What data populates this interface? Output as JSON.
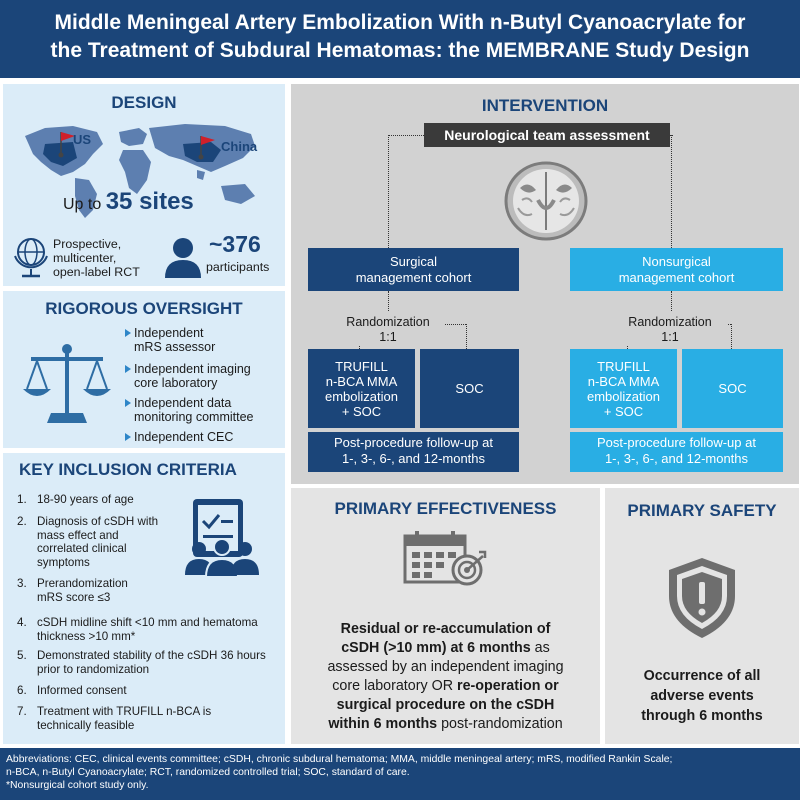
{
  "header": {
    "title_line1": "Middle Meningeal Artery Embolization With n-Butyl Cyanoacrylate for",
    "title_line2": "the Treatment of Subdural Hematomas: the MEMBRANE Study Design"
  },
  "design": {
    "title": "DESIGN",
    "country1": "US",
    "country2": "China",
    "sites_prefix": "Up to",
    "sites_count": "35 sites",
    "type_line1": "Prospective,",
    "type_line2": "multicenter,",
    "type_line3": "open-label RCT",
    "participants_count": "~376",
    "participants_label": "participants"
  },
  "oversight": {
    "title": "RIGOROUS OVERSIGHT",
    "items": [
      {
        "line1": "Independent",
        "line2": "mRS assessor"
      },
      {
        "line1": "Independent imaging",
        "line2": "core laboratory"
      },
      {
        "line1": "Independent data",
        "line2": "monitoring committee"
      },
      {
        "line1": "Independent CEC",
        "line2": ""
      }
    ]
  },
  "criteria": {
    "title": "KEY INCLUSION CRITERIA",
    "items": [
      {
        "num": "1.",
        "text": "18-90 years of age"
      },
      {
        "num": "2.",
        "text": "Diagnosis of cSDH with mass effect and correlated clinical symptoms"
      },
      {
        "num": "3.",
        "text": "Prerandomization mRS score ≤3"
      },
      {
        "num": "4.",
        "text": "cSDH midline shift <10 mm and hematoma thickness >10 mm*"
      },
      {
        "num": "5.",
        "text": "Demonstrated stability of the cSDH 36 hours prior to randomization"
      },
      {
        "num": "6.",
        "text": "Informed consent"
      },
      {
        "num": "7.",
        "text": "Treatment with TRUFILL n-BCA is technically feasible"
      }
    ]
  },
  "intervention": {
    "title": "INTERVENTION",
    "assessment": "Neurological team assessment",
    "surgical_line1": "Surgical",
    "surgical_line2": "management cohort",
    "nonsurgical_line1": "Nonsurgical",
    "nonsurgical_line2": "management cohort",
    "randomization": "Randomization",
    "ratio": "1:1",
    "trufill_line1": "TRUFILL",
    "trufill_line2": "n-BCA MMA",
    "trufill_line3": "embolization",
    "trufill_line4": "+ SOC",
    "soc": "SOC",
    "followup_line1": "Post-procedure follow-up at",
    "followup_line2": "1-, 3-, 6-, and 12-months"
  },
  "effectiveness": {
    "title": "PRIMARY EFFECTIVENESS",
    "l1": "Residual or re-accumulation of",
    "l2_bold": "cSDH (>10 mm) at 6 months",
    "l2_rest": " as",
    "l3": "assessed by an independent imaging",
    "l4_normal": "core laboratory OR ",
    "l4_bold": "re-operation or",
    "l5": "surgical procedure on the cSDH",
    "l6_bold": "within 6 months",
    "l6_rest": " post-randomization"
  },
  "safety": {
    "title": "PRIMARY SAFETY",
    "l1": "Occurrence of all",
    "l2": "adverse events",
    "l3": "through 6 months"
  },
  "footer": {
    "l1": "Abbreviations: CEC, clinical events committee; cSDH, chronic subdural hematoma; MMA, middle meningeal artery; mRS, modified Rankin Scale;",
    "l2": "n-BCA, n-Butyl Cyanoacrylate; RCT, randomized controlled trial; SOC, standard of care.",
    "l3": "*Nonsurgical cohort study only."
  },
  "colors": {
    "navy": "#1b4579",
    "cyan": "#29aee4",
    "light_blue_panel": "#dbecf8",
    "grey_panel": "#d2d2d2",
    "flag_red": "#d0202a"
  }
}
